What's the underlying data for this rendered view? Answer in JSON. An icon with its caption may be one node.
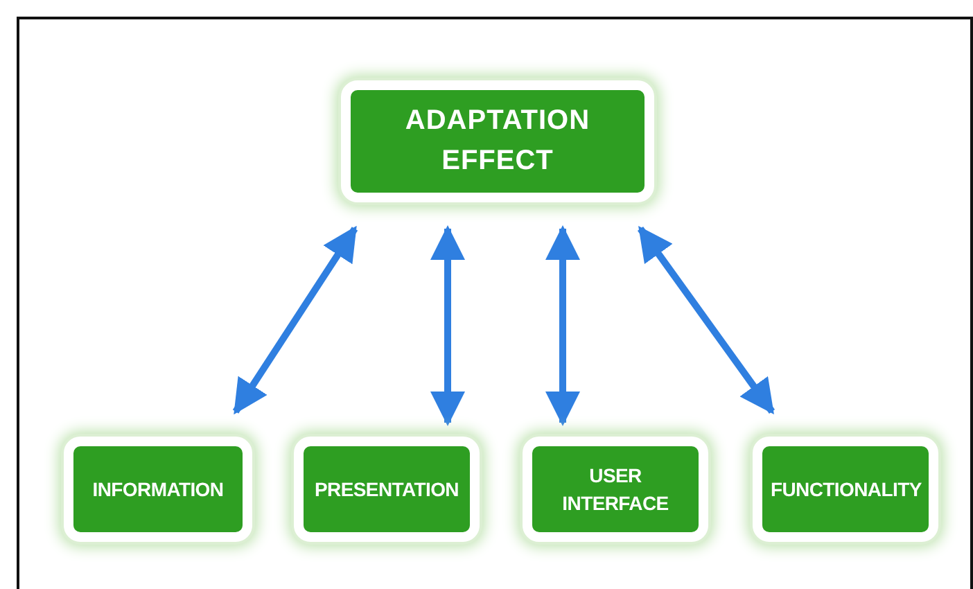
{
  "diagram": {
    "nodes": [
      {
        "text": [
          "ADAPTATION EFFECT"
        ]
      },
      {
        "text": [
          "INFORMATION"
        ]
      },
      {
        "text": [
          "PRESENTATION"
        ]
      },
      {
        "text": [
          "USER INTERFACE"
        ]
      },
      {
        "text": [
          "FUNCTIONALITY"
        ]
      }
    ],
    "edges": [
      {
        "from": 1,
        "to": 0,
        "arrow": "both"
      },
      {
        "from": 2,
        "to": 0,
        "arrow": "both"
      },
      {
        "from": 3,
        "to": 0,
        "arrow": "both"
      },
      {
        "from": 4,
        "to": 0,
        "arrow": "both"
      }
    ]
  }
}
